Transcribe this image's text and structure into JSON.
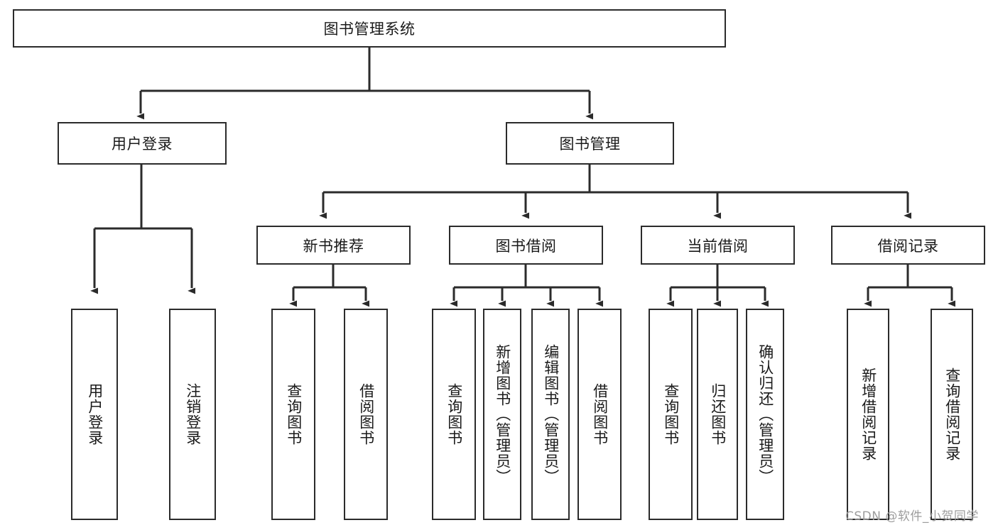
{
  "diagram": {
    "type": "tree-hierarchy",
    "title": "图书管理系统",
    "style": {
      "box_border_color": "#2b2b2b",
      "box_fill_color": "#ffffff",
      "line_color": "#2b2b2b",
      "text_color": "#1a1a1a",
      "background": "#ffffff"
    },
    "root": {
      "id": "root",
      "label": "图书管理系统"
    },
    "level2": [
      {
        "id": "user-login",
        "label": "用户登录"
      },
      {
        "id": "book-manage",
        "label": "图书管理"
      }
    ],
    "level3": [
      {
        "id": "new-book-rec",
        "label": "新书推荐",
        "parent": "book-manage"
      },
      {
        "id": "book-borrow",
        "label": "图书借阅",
        "parent": "book-manage"
      },
      {
        "id": "current-borrow",
        "label": "当前借阅",
        "parent": "book-manage"
      },
      {
        "id": "borrow-record",
        "label": "借阅记录",
        "parent": "book-manage"
      }
    ],
    "leaves": {
      "user-login": [
        {
          "id": "leaf-user-login",
          "label": "用户登录"
        },
        {
          "id": "leaf-user-logout",
          "label": "注销登录"
        }
      ],
      "new-book-rec": [
        {
          "id": "leaf-query-book-1",
          "label": "查询图书"
        },
        {
          "id": "leaf-borrow-book-1",
          "label": "借阅图书"
        }
      ],
      "book-borrow": [
        {
          "id": "leaf-query-book-2",
          "label": "查询图书"
        },
        {
          "id": "leaf-add-book",
          "label": "新增图书（管理员）"
        },
        {
          "id": "leaf-edit-book",
          "label": "编辑图书（管理员）"
        },
        {
          "id": "leaf-borrow-book-2",
          "label": "借阅图书"
        }
      ],
      "current-borrow": [
        {
          "id": "leaf-query-book-3",
          "label": "查询图书"
        },
        {
          "id": "leaf-return-book",
          "label": "归还图书"
        },
        {
          "id": "leaf-confirm-return",
          "label": "确认归还（管理员）"
        }
      ],
      "borrow-record": [
        {
          "id": "leaf-add-record",
          "label": "新增借阅记录"
        },
        {
          "id": "leaf-query-record",
          "label": "查询借阅记录"
        }
      ]
    }
  },
  "watermark": {
    "text": "CSDN @软件_小贺同学"
  }
}
